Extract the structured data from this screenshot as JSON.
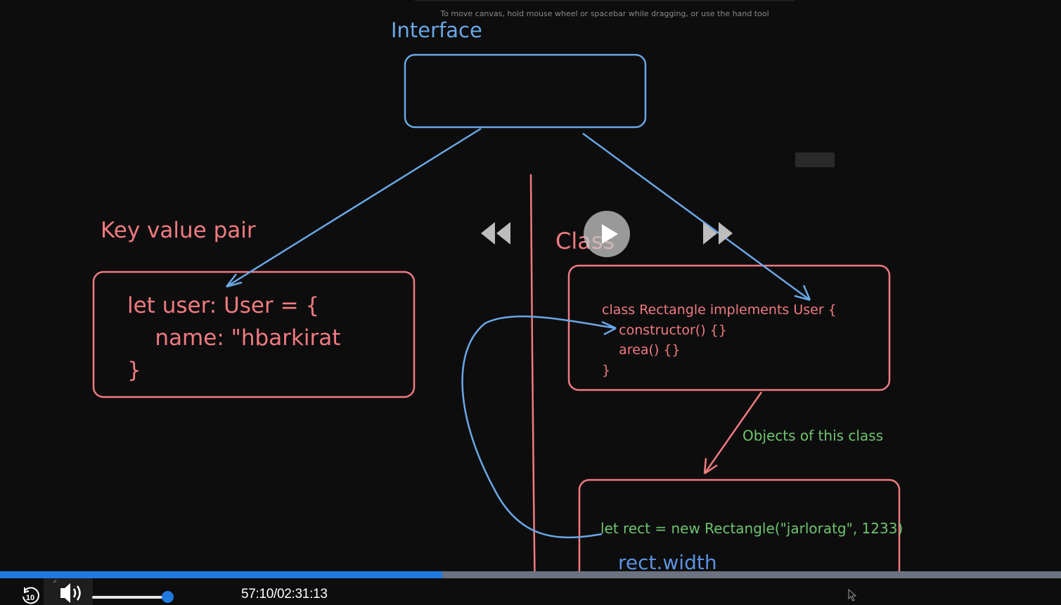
{
  "canvas": {
    "hint": "To move canvas, hold mouse wheel or spacebar while dragging, or use the hand tool",
    "interface_title": "Interface",
    "key_value_title": "Key value pair",
    "class_title": "Class",
    "key_value_code": "let user: User = {\n    name: \"hbarkirat\n}",
    "class_code": "class Rectangle implements User {\n    constructor() {}\n    area() {}\n}",
    "objects_label": "Objects of this class",
    "rect_new": "let rect = new Rectangle(\"jarloratg\", 1233)",
    "rect_width": "rect.width"
  },
  "player": {
    "time": "57:10/02:31:13",
    "progress_fraction": 0.417,
    "volume_fraction": 0.95,
    "icons": [
      "rewind-icon",
      "play-icon",
      "fast-forward-icon",
      "skip-back-10-icon",
      "volume-icon",
      "cursor-icon"
    ],
    "skip_label": "10"
  },
  "colors": {
    "background": "#0d0d0e",
    "blue": "#6aa8e6",
    "red": "#f07b80",
    "green": "#6fc46f",
    "progress": "#1f7ae0"
  }
}
